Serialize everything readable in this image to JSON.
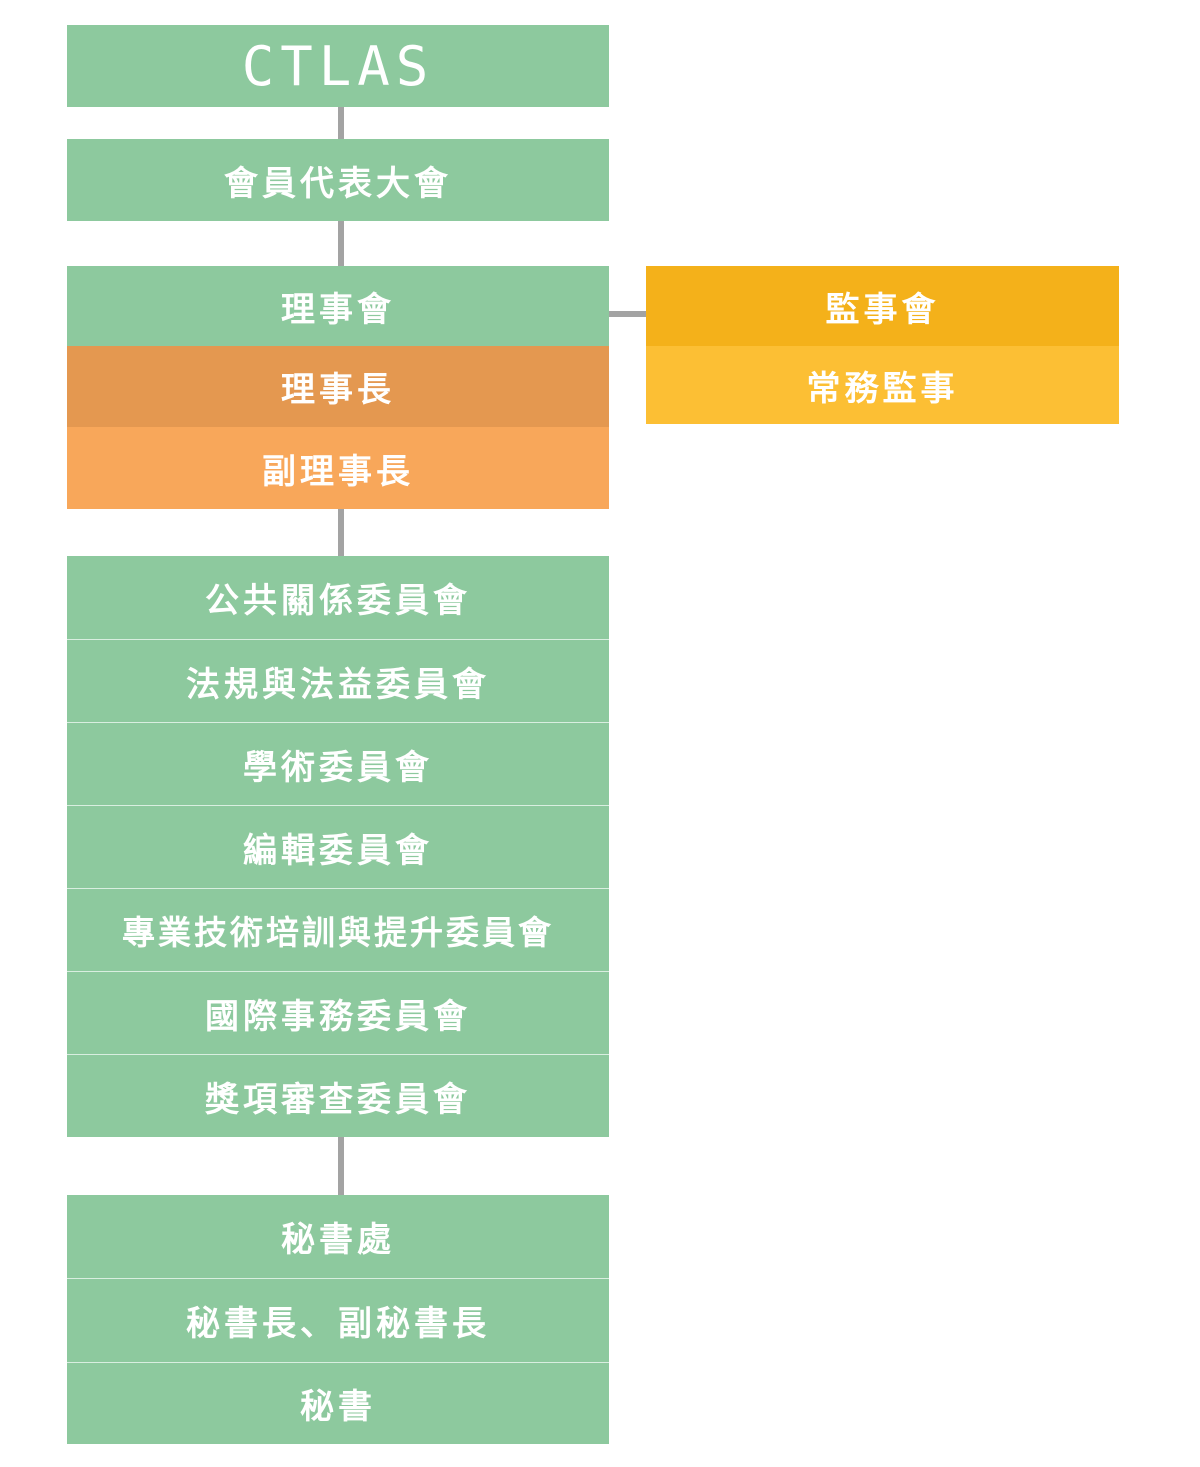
{
  "org_chart": {
    "root": "CTLAS",
    "general_assembly": "會員代表大會",
    "board": {
      "name": "理事會",
      "chair": "理事長",
      "vice_chair": "副理事長"
    },
    "supervisors": {
      "name": "監事會",
      "standing": "常務監事"
    },
    "committees": [
      "公共關係委員會",
      "法規與法益委員會",
      "學術委員會",
      "編輯委員會",
      "專業技術培訓與提升委員會",
      "國際事務委員會",
      "獎項審查委員會"
    ],
    "secretariat": {
      "name": "秘書處",
      "leaders": "秘書長、副秘書長",
      "secretary": "秘書"
    }
  },
  "colors": {
    "green": "#8dc99e",
    "board_chair": "#e49850",
    "board_vice_chair": "#f8a75a",
    "supervisors": "#f4b11a",
    "standing_supervisor": "#fcbf34",
    "connector": "#a3a3a3",
    "text": "#ffffff"
  }
}
